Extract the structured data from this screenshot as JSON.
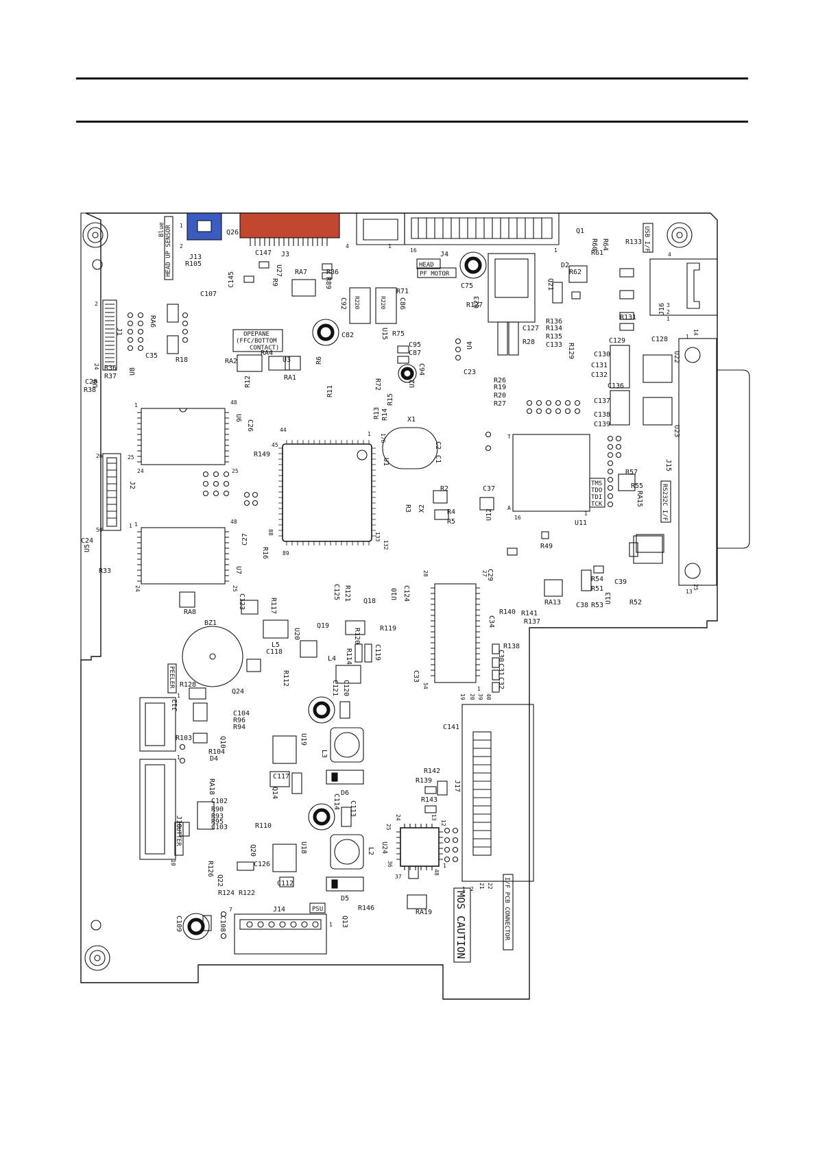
{
  "page": {
    "width": 1190,
    "height": 1684
  },
  "colors": {
    "ink": "#111111",
    "j13_connector": "#3a5bbf",
    "j3_connector": "#c0462d",
    "paper": "#ffffff"
  },
  "boxed_labels": {
    "head_up_sensor": "HEAD UP SENSOR",
    "blue": "Blue",
    "head": "HEAD",
    "pf_motor": "PF MOTOR",
    "usb_if": "USB I/F",
    "opepane_1": "OPEPANE",
    "opepane_2": "(FFC/BOTTOM",
    "opepane_3": "CONTACT)",
    "rs232c_if": "RS232C I/F",
    "peeler": "PEELER",
    "cutter": "CUTTER",
    "psu": "PSU",
    "if_pcb_connector": "I/F PCB CONNECTOR",
    "mos_caution": "MOS CAUTION",
    "jtag_tms": "TMS",
    "jtag_tdo": "TDO",
    "jtag_tdi": "TDI",
    "jtag_tck": "TCK"
  },
  "refdes": {
    "J1": "J1",
    "J2": "J2",
    "J3": "J3",
    "J4": "J4",
    "J10": "J10",
    "J12": "J12",
    "J13": "J13",
    "J14": "J14",
    "J15": "J15",
    "J16": "J16",
    "J17": "J17",
    "U1": "U1",
    "U2": "U2",
    "U3": "U3",
    "U4": "U4",
    "U5": "U5",
    "U6": "U6",
    "U7": "U7",
    "U8": "U8",
    "U9": "U9",
    "U10": "U10",
    "U11": "U11",
    "U12": "U12",
    "U13": "U13",
    "U15": "U15",
    "U18": "U18",
    "U19": "U19",
    "U20": "U20",
    "U22": "U22",
    "U23": "U23",
    "U24": "U24",
    "U27": "U27",
    "BZ1": "BZ1",
    "X1": "X1",
    "X2": "X2",
    "L2": "L2",
    "L3": "L3",
    "L4": "L4",
    "L5": "L5",
    "D2": "D2",
    "D4": "D4",
    "D5": "D5",
    "D6": "D6",
    "C75": "C75",
    "C94": "C94",
    "C109": "C109",
    "C37": "C37",
    "C23": "C23",
    "C107": "C107",
    "C145": "C145",
    "C147": "C147",
    "C35": "C35",
    "C24": "C24",
    "C28": "C28",
    "C26": "C26",
    "C27": "C27",
    "C123": "C123",
    "C118": "C118",
    "C119": "C119",
    "C120": "C120",
    "C121": "C121",
    "C124": "C124",
    "C125": "C125",
    "C95": "C95",
    "C87": "C87",
    "C86": "C86",
    "C92": "C92",
    "C82": "C82",
    "C29": "C29",
    "C34": "C34",
    "C30": "C30",
    "C31": "C31",
    "C32": "C32",
    "C33": "C33",
    "C141": "C141",
    "C113": "C113",
    "C114": "C114",
    "C117": "C117",
    "C112": "C112",
    "C126": "C126",
    "C108": "C108",
    "C102": "C102",
    "C103": "C103",
    "C104": "C104",
    "C127": "C127",
    "C133": "C133",
    "C128": "C128",
    "C129": "C129",
    "C130": "C130",
    "C131": "C131",
    "C132": "C132",
    "C136": "C136",
    "C137": "C137",
    "C138": "C138",
    "C139": "C139",
    "C38": "C38",
    "C39": "C39",
    "C1": "C1",
    "C2": "C2",
    "R220_a": "R220",
    "R220_b": "R220",
    "R2": "R2",
    "R3": "R3",
    "R4": "R4",
    "R5": "R5",
    "R6": "R6",
    "R9": "R9",
    "R11": "R11",
    "R12": "R12",
    "R13": "R13",
    "R14": "R14",
    "R15": "R15",
    "R16": "R16",
    "R18": "R18",
    "R19": "R19",
    "R20": "R20",
    "R27": "R27",
    "R26": "R26",
    "R28": "R28",
    "R33": "R33",
    "R36": "R36",
    "R37": "R37",
    "R38": "R38",
    "R49": "R49",
    "R51": "R51",
    "R52": "R52",
    "R53": "R53",
    "R54": "R54",
    "R55": "R55",
    "R57": "R57",
    "R71": "R71",
    "R72": "R72",
    "R75": "R75",
    "R86": "R86",
    "R89": "R89",
    "R90": "R90",
    "R93": "R93",
    "R94": "R94",
    "R95": "R95",
    "R96": "R96",
    "R103": "R103",
    "R104": "R104",
    "R105": "R105",
    "R110": "R110",
    "R112": "R112",
    "R114": "R114",
    "R117": "R117",
    "R119": "R119",
    "R120": "R120",
    "R121": "R121",
    "R122": "R122",
    "R124": "R124",
    "R126": "R126",
    "R127": "R127",
    "R128": "R128",
    "R129": "R129",
    "R131": "R131",
    "R133": "R133",
    "R134": "R134",
    "R135": "R135",
    "R136": "R136",
    "R137": "R137",
    "R138": "R138",
    "R139": "R139",
    "R140": "R140",
    "R141": "R141",
    "R142": "R142",
    "R143": "R143",
    "R146": "R146",
    "R149": "R149",
    "R60": "R60",
    "R61": "R61",
    "R62": "R62",
    "R64": "R64",
    "RA1": "RA1",
    "RA2": "RA2",
    "RA4": "RA4",
    "RA6": "RA6",
    "RA7": "RA7",
    "RA8": "RA8",
    "RA13": "RA13",
    "RA15": "RA15",
    "RA18": "RA18",
    "RA19": "RA19",
    "Q1": "Q1",
    "Q10": "Q10",
    "Q13": "Q13",
    "Q14": "Q14",
    "Q18": "Q18",
    "Q19": "Q19",
    "Q20": "Q20",
    "Q21": "Q21",
    "Q22": "Q22",
    "Q23": "Q23",
    "Q24": "Q24",
    "Q26": "Q26"
  },
  "pins": {
    "j13_1": "1",
    "j13_2": "2",
    "j3_4": "4",
    "j3_1": "1",
    "j4_16": "16",
    "j4_1": "1",
    "j16_1": "1",
    "j16_2": "2",
    "j16_3": "3",
    "j16_4": "4",
    "j1_2": "2",
    "j1_24": "24",
    "j15_1": "1",
    "j15_14": "14",
    "j15_13": "13",
    "j15_25": "25",
    "u6_1": "1",
    "u6_48": "48",
    "u6_24": "24",
    "u6_25": "25",
    "u7_1": "1",
    "u7_48": "48",
    "u7_24": "24",
    "u7_25": "25",
    "j2_26": "26",
    "j2_25": "25",
    "j2_1": "1",
    "j2_50": "50",
    "u1_44": "44",
    "u1_45": "45",
    "u1_1": "1",
    "u1_176": "176",
    "u1_88": "88",
    "u1_89": "89",
    "u1_133": "133",
    "u1_132": "132",
    "u10_28": "28",
    "u10_27": "27",
    "u10_1": "1",
    "u10_54": "54",
    "j17_19": "19",
    "j17_20": "20",
    "j17_39": "39",
    "j17_40": "40",
    "j17_1": "1",
    "j17_2": "2",
    "j17_21": "21",
    "j17_22": "22",
    "u24_24": "24",
    "u24_25": "25",
    "u24_13": "13",
    "u24_12": "12",
    "u24_36": "36",
    "u24_37": "37",
    "u24_48": "48",
    "u24_1": "1",
    "j12_1": "1",
    "j10_1": "1",
    "j10_10": "10",
    "j14_7": "7",
    "j14_1": "1",
    "u11_a": "A",
    "u11_16": "16",
    "u11_1": "1",
    "u11_t": "T"
  }
}
